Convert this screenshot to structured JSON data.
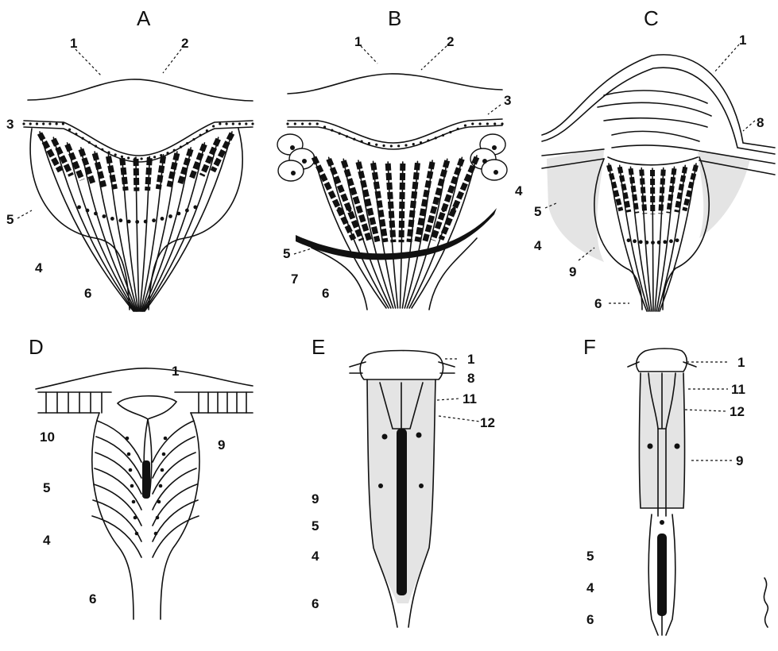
{
  "panels": {
    "A": {
      "letter": "A",
      "labels": {
        "l1": "1",
        "l2": "2",
        "l3": "3",
        "l4": "4",
        "l5": "5",
        "l6": "6"
      }
    },
    "B": {
      "letter": "B",
      "labels": {
        "l1": "1",
        "l2": "2",
        "l3": "3",
        "l4": "4",
        "l5": "5",
        "l6": "6",
        "l7": "7"
      }
    },
    "C": {
      "letter": "C",
      "labels": {
        "l1": "1",
        "l4": "4",
        "l5": "5",
        "l6": "6",
        "l8": "8",
        "l9": "9"
      }
    },
    "D": {
      "letter": "D",
      "labels": {
        "l1": "1",
        "l4": "4",
        "l5": "5",
        "l6": "6",
        "l9": "9",
        "l10": "10"
      }
    },
    "E": {
      "letter": "E",
      "labels": {
        "l1": "1",
        "l4": "4",
        "l5": "5",
        "l6": "6",
        "l8": "8",
        "l9": "9",
        "l11": "11",
        "l12": "12"
      }
    },
    "F": {
      "letter": "F",
      "labels": {
        "l1": "1",
        "l4": "4",
        "l5": "5",
        "l6": "6",
        "l9": "9",
        "l11": "11",
        "l12": "12"
      }
    }
  },
  "colors": {
    "ink": "#111111",
    "pigment_stipple": "#e4e4e4",
    "background": "#ffffff"
  }
}
